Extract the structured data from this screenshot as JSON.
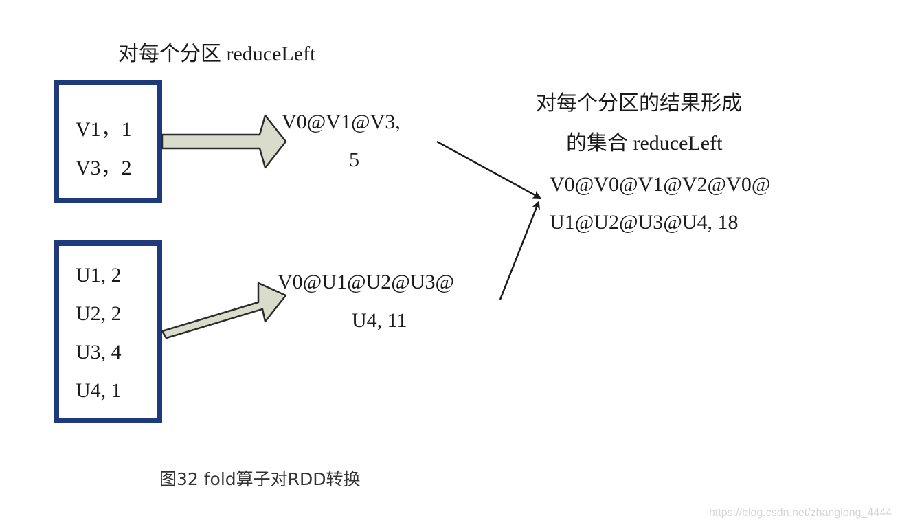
{
  "diagram": {
    "left_title": "对每个分区 reduceLeft",
    "partition1": {
      "lines": [
        "V1，1",
        "V3，2"
      ]
    },
    "partition2": {
      "lines": [
        "U1, 2",
        "U2, 2",
        "U3, 4",
        "U4, 1"
      ]
    },
    "result1": {
      "lines": [
        "V0@V1@V3,",
        "5"
      ]
    },
    "result2": {
      "lines": [
        "V0@U1@U2@U3@",
        "U4, 11"
      ]
    },
    "right_title": {
      "lines": [
        "对每个分区的结果形成",
        "的集合 reduceLeft"
      ]
    },
    "final_result": {
      "lines": [
        "V0@V0@V1@V2@V0@",
        "U1@U2@U3@U4, 18"
      ]
    }
  },
  "caption": "图32   fold算子对RDD转换",
  "watermark": "https://blog.csdn.net/zhanglong_4444",
  "colors": {
    "box_border": "#1f3a7a",
    "arrow_fill": "#d9dccb",
    "arrow_stroke": "#2b2b2b",
    "text": "#1a1a1a"
  }
}
